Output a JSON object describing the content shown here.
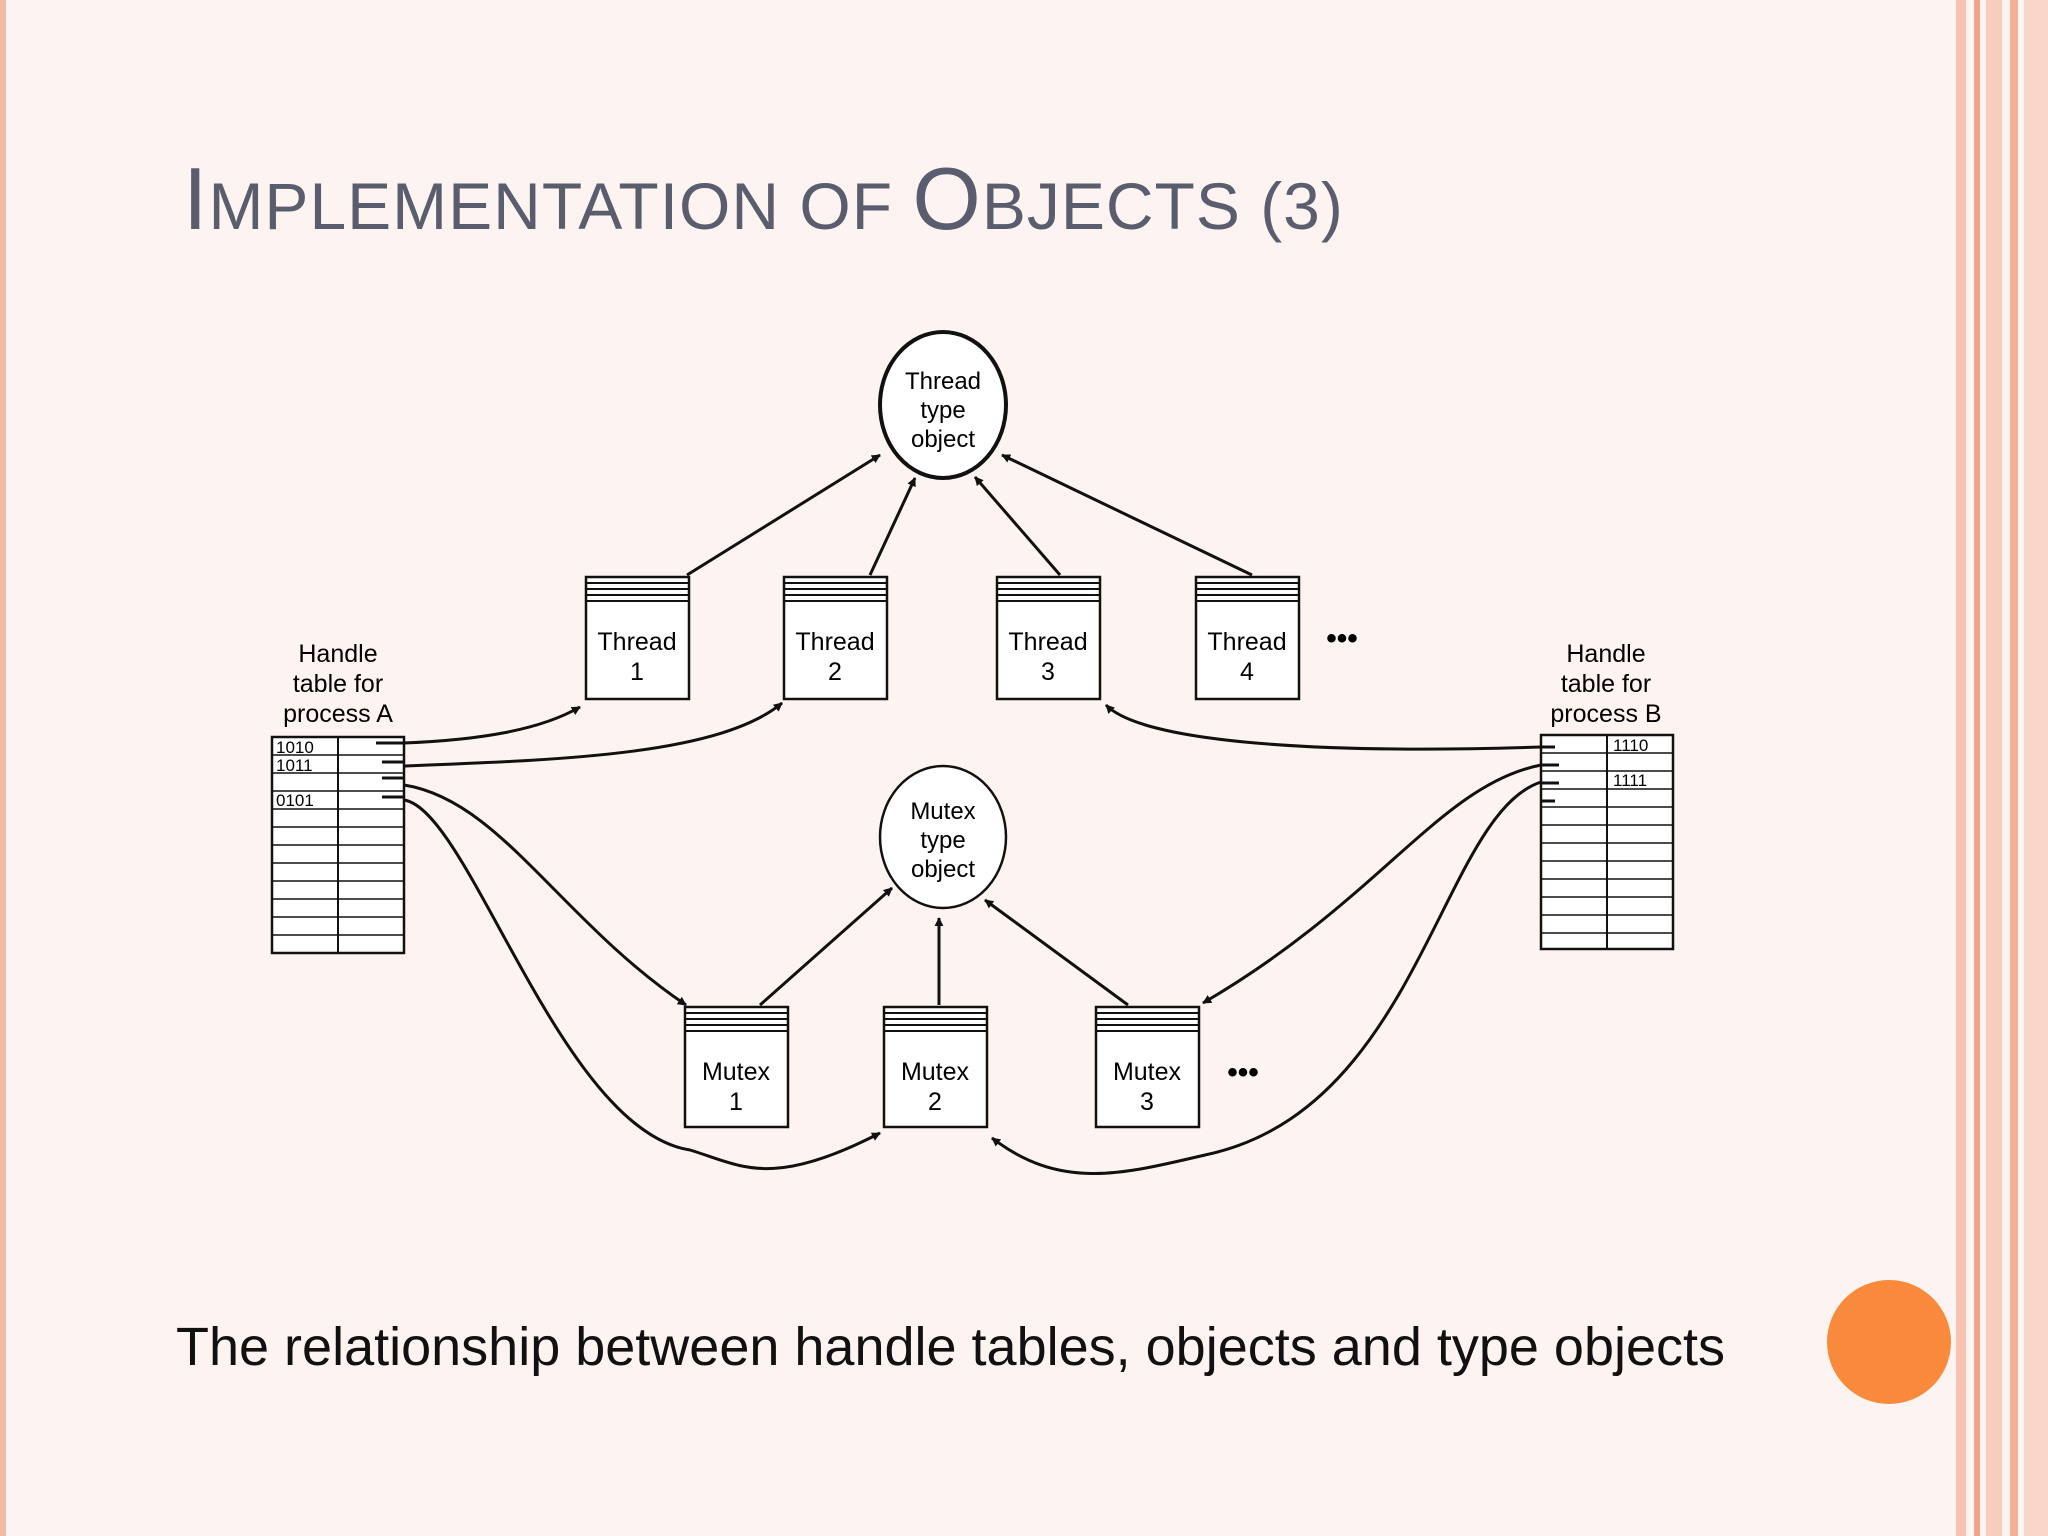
{
  "slide": {
    "title_parts": [
      "I",
      "MPLEMENTATION OF ",
      "O",
      "BJECTS (3)"
    ],
    "caption": "The relationship between handle tables, objects and type objects"
  },
  "diagram": {
    "thread_type_object": [
      "Thread",
      "type",
      "object"
    ],
    "mutex_type_object": [
      "Mutex",
      "type",
      "object"
    ],
    "threads": [
      {
        "name": "Thread",
        "num": "1"
      },
      {
        "name": "Thread",
        "num": "2"
      },
      {
        "name": "Thread",
        "num": "3"
      },
      {
        "name": "Thread",
        "num": "4"
      }
    ],
    "mutexes": [
      {
        "name": "Mutex",
        "num": "1"
      },
      {
        "name": "Mutex",
        "num": "2"
      },
      {
        "name": "Mutex",
        "num": "3"
      }
    ],
    "ellipsis": "•••",
    "handle_table_a": {
      "label": [
        "Handle",
        "table for",
        "process A"
      ],
      "entries": [
        "1010",
        "1011",
        "0101"
      ]
    },
    "handle_table_b": {
      "label": [
        "Handle",
        "table for",
        "process B"
      ],
      "entries": [
        "1110",
        "1111"
      ]
    }
  },
  "colors": {
    "background": "#fdf4f1",
    "title": "#5a5d6e",
    "accent_dot": "#f98a3c",
    "stroke": "#111111"
  }
}
